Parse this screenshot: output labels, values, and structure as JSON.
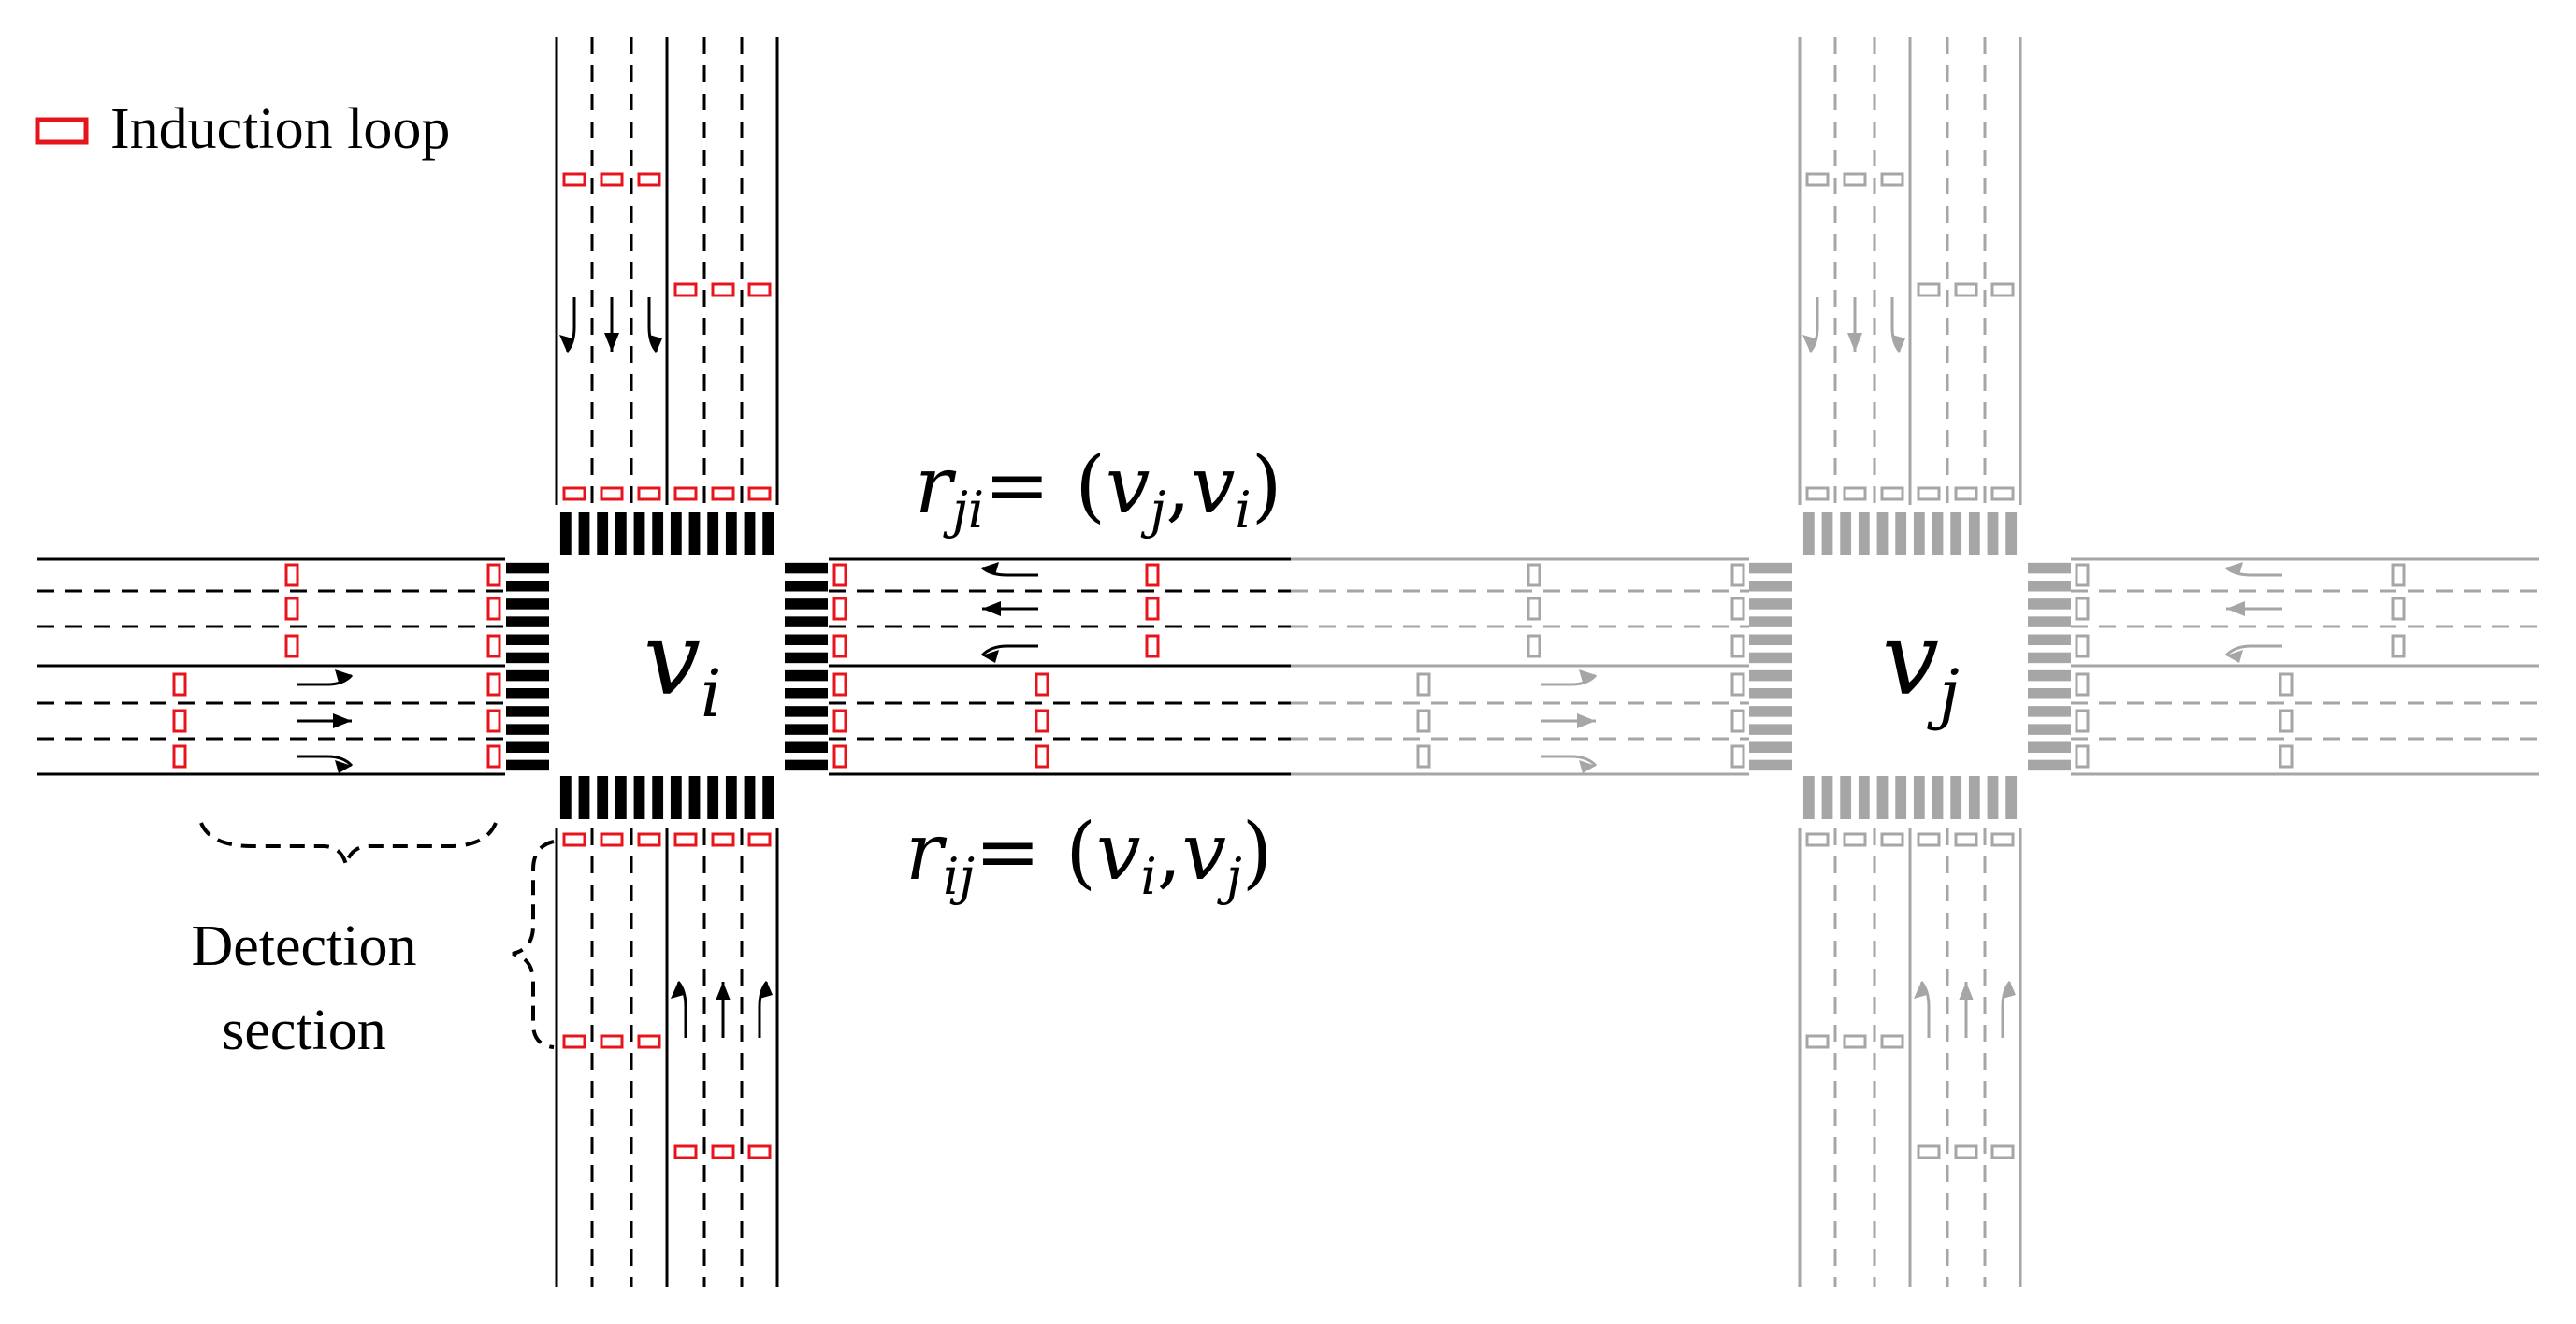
{
  "legend": {
    "induction_loop_label": "Induction loop",
    "loop_color": "#e8141b"
  },
  "nodes": {
    "vi": {
      "symbol": "v",
      "subscript": "i",
      "color": "#000000"
    },
    "vj": {
      "symbol": "v",
      "subscript": "j",
      "color": "#999999"
    }
  },
  "roads": {
    "r_ji": {
      "lhs": "r",
      "lhs_sub": "ji",
      "eq": "= (",
      "a": "v",
      "a_sub": "j",
      "sep": ",",
      "b": "v",
      "b_sub": "i",
      "close": ")"
    },
    "r_ij": {
      "lhs": "r",
      "lhs_sub": "ij",
      "eq": "= (",
      "a": "v",
      "a_sub": "i",
      "sep": ",",
      "b": "v",
      "b_sub": "j",
      "close": ")"
    }
  },
  "detection_section": {
    "line1": "Detection",
    "line2": "section"
  },
  "colors": {
    "primary": "#000000",
    "secondary": "#a6a6a6",
    "loop": "#e8141b"
  }
}
